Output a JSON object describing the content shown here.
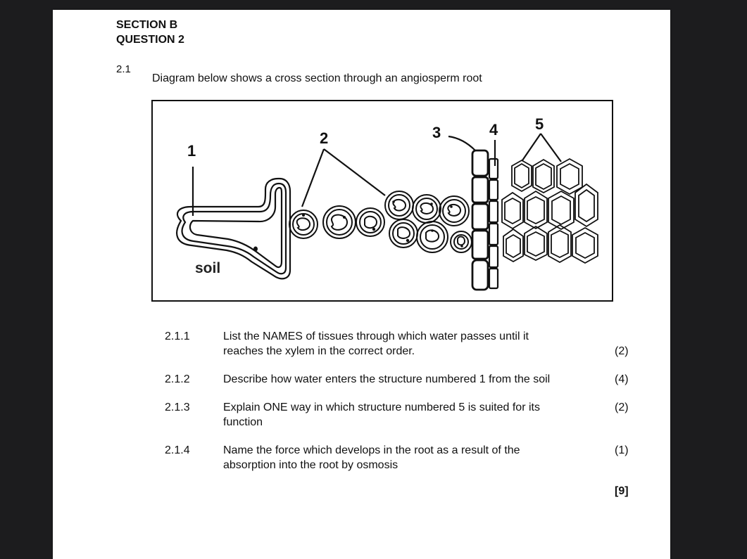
{
  "document": {
    "section": "SECTION B",
    "question": "QUESTION 2",
    "subquestion_number": "2.1",
    "intro": "Diagram below shows a cross section through an angiosperm root"
  },
  "figure": {
    "description": "Cross section through an angiosperm root showing root hair, cortex cells, endodermis, pericycle and xylem",
    "labels": [
      "1",
      "2",
      "3",
      "4",
      "5"
    ],
    "soil_label": "soil"
  },
  "questions": [
    {
      "number": "2.1.1",
      "text": "List the NAMES of tissues through which water passes until it reaches the xylem in the correct order.",
      "line1": "List the NAMES of tissues through which water passes until it",
      "line2": "reaches the xylem in the correct order.",
      "marks": "(2)"
    },
    {
      "number": "2.1.2",
      "text": "Describe how water enters the structure numbered 1 from the soil",
      "line1": "Describe how water enters the structure numbered 1 from the soil",
      "line2": "",
      "marks": "(4)"
    },
    {
      "number": "2.1.3",
      "text": "Explain ONE way in which structure numbered 5 is suited for its function",
      "line1": "Explain ONE way in which structure numbered 5 is suited for its",
      "line2": "function",
      "marks": "(2)"
    },
    {
      "number": "2.1.4",
      "text": "Name the force which develops in the root as a result of the absorption into the root by osmosis",
      "line1": "Name the force which develops in the root as a result of the",
      "line2": "absorption into the root by osmosis",
      "marks": "(1)"
    }
  ],
  "total": "[9]",
  "colors": {
    "background": "#1c1c1e",
    "page": "#ffffff",
    "ink": "#111111"
  }
}
